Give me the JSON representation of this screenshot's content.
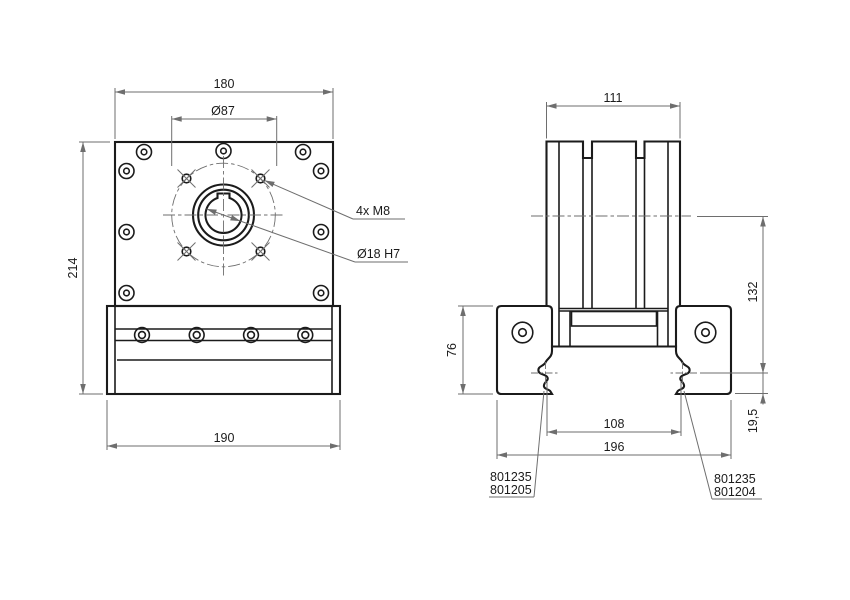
{
  "front_view": {
    "dim_width": "180",
    "dim_bolt_circle": "Ø87",
    "dim_height": "214",
    "dim_base_width": "190",
    "label_mount_holes": "4x M8",
    "label_bore": "Ø18 H7"
  },
  "side_view": {
    "dim_body_width": "111",
    "dim_center_to_groove": "132",
    "dim_block_height": "76",
    "dim_groove_span": "108",
    "dim_total_width": "196",
    "dim_groove_to_bottom": "19,5",
    "left_part_labels": [
      "801235",
      "801205"
    ],
    "right_part_labels": [
      "801235",
      "801204"
    ]
  },
  "colors": {
    "part_line": "#1b1b1b",
    "thin_line": "#6e6e6e",
    "text": "#1b1b1b",
    "background": "#ffffff"
  }
}
